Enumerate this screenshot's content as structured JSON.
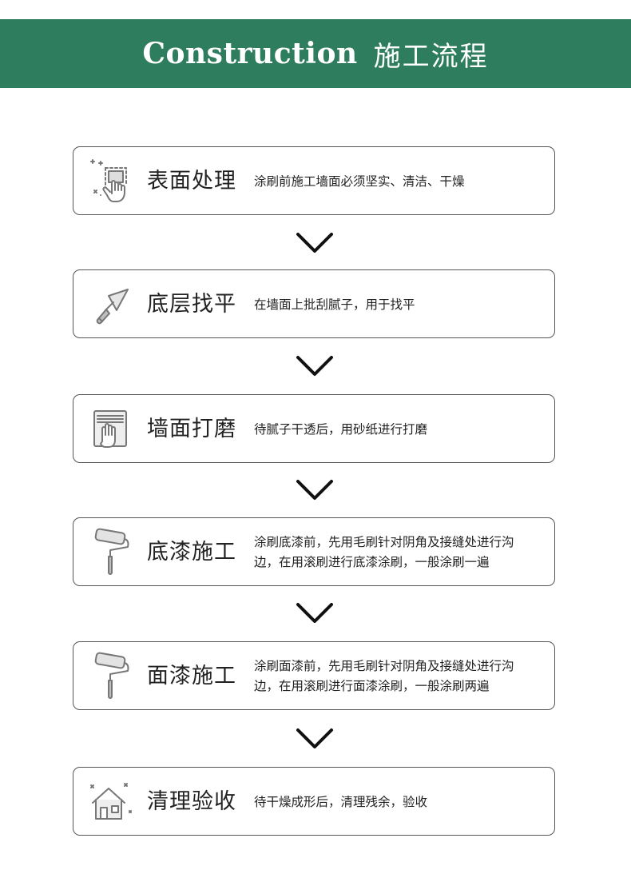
{
  "banner": {
    "title_en": "Construction",
    "title_zh": "施工流程",
    "color": "#2e7d5e"
  },
  "steps": [
    {
      "icon": "hand-touch-icon",
      "title": "表面处理",
      "description": "涂刷前施工墙面必须坚实、清洁、干燥"
    },
    {
      "icon": "trowel-icon",
      "title": "底层找平",
      "description": "在墙面上批刮腻子，用于找平"
    },
    {
      "icon": "sanding-hand-icon",
      "title": "墙面打磨",
      "description": "待腻子干透后，用砂纸进行打磨"
    },
    {
      "icon": "paint-roller-icon",
      "title": "底漆施工",
      "description": "涂刷底漆前，先用毛刷针对阴角及接缝处进行沟边，在用滚刷进行底漆涂刷，一般涂刷一遍"
    },
    {
      "icon": "paint-roller-icon",
      "title": "面漆施工",
      "description": "涂刷面漆前，先用毛刷针对阴角及接缝处进行沟边，在用滚刷进行面漆涂刷，一般涂刷两遍"
    },
    {
      "icon": "clean-house-icon",
      "title": "清理验收",
      "description": "待干燥成形后，清理残余，验收"
    }
  ],
  "arrow_icon": "chevron-down-icon"
}
